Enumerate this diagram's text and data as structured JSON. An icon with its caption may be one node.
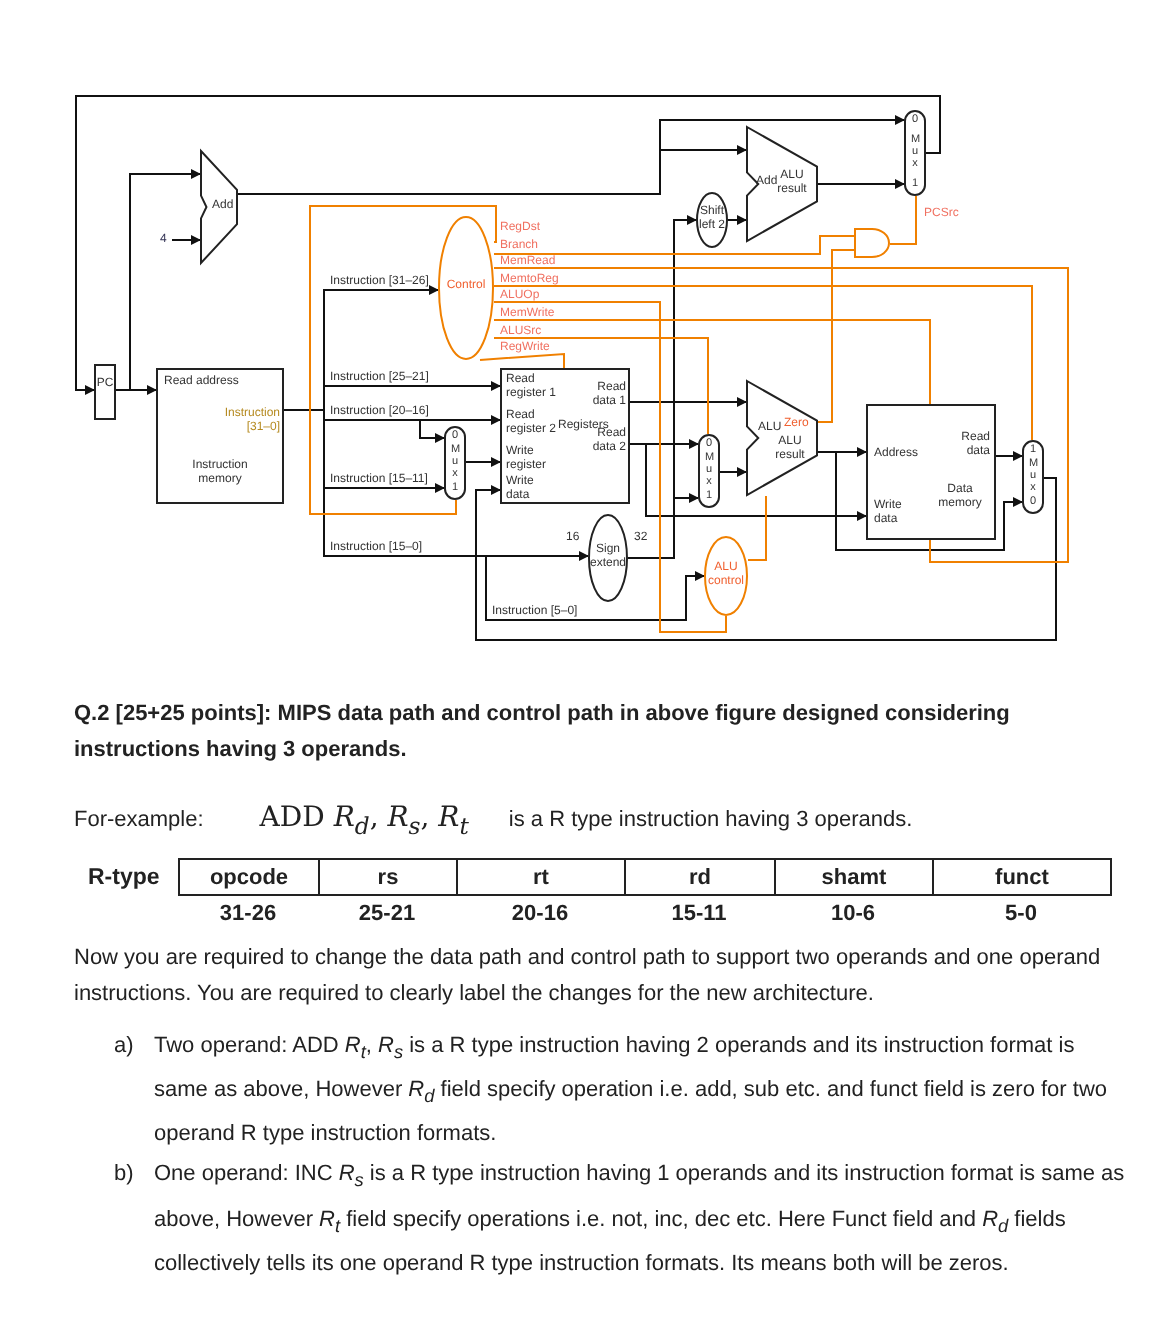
{
  "diagram": {
    "nodes": [
      {
        "text": [
          "PC"
        ]
      },
      {
        "text": [
          "Read address",
          "Instruction [31–0]",
          "Instruction memory"
        ]
      },
      {
        "text": [
          "Add"
        ]
      },
      {
        "text": [
          "4"
        ]
      },
      {
        "text": [
          "Control"
        ]
      },
      {
        "text": [
          "Read register 1",
          "Read register 2",
          "Write register",
          "Write data",
          "Registers",
          "Read data 1",
          "Read data 2"
        ]
      },
      {
        "text": [
          "0",
          "M u x",
          "1"
        ]
      },
      {
        "text": [
          "Sign extend"
        ]
      },
      {
        "text": [
          "Shift left 2"
        ]
      },
      {
        "text": [
          "Add",
          "ALU result"
        ]
      },
      {
        "text": [
          "0",
          "M u x",
          "1"
        ]
      },
      {
        "text": [],
        "shape": "gate"
      },
      {
        "text": [
          "0",
          "M u x",
          "1"
        ]
      },
      {
        "text": [
          "ALU",
          "Zero",
          "ALU result"
        ]
      },
      {
        "text": [
          "ALU control"
        ]
      },
      {
        "text": [
          "Address",
          "Write data",
          "Read data",
          "Data memory"
        ]
      },
      {
        "text": [
          "1",
          "M u x",
          "0"
        ]
      }
    ],
    "edges": [
      {
        "from": 0,
        "to": 1,
        "arrow": "to"
      },
      {
        "from": 0,
        "to": 2,
        "arrow": "to"
      },
      {
        "from": 3,
        "to": 2,
        "arrow": "to"
      },
      {
        "from": 2,
        "to": 10,
        "arrow": "to"
      },
      {
        "from": 2,
        "to": 9,
        "arrow": "to"
      },
      {
        "from": 10,
        "to": 0,
        "arrow": "to"
      },
      {
        "from": 1,
        "to": 4,
        "arrow": "to",
        "label": "Instruction [31–26]"
      },
      {
        "from": 1,
        "to": 5,
        "arrow": "to",
        "label": "Instruction [25–21]"
      },
      {
        "from": 1,
        "to": 5,
        "arrow": "to",
        "label": "Instruction [20–16]"
      },
      {
        "from": 1,
        "to": 6,
        "arrow": "to"
      },
      {
        "from": 1,
        "to": 6,
        "arrow": "to",
        "label": "Instruction [15–11]"
      },
      {
        "from": 1,
        "to": 7,
        "arrow": "to",
        "label": "Instruction [15–0]"
      },
      {
        "from": 1,
        "to": 14,
        "arrow": "to",
        "label": "Instruction [5–0]"
      },
      {
        "from": 6,
        "to": 5,
        "arrow": "to"
      },
      {
        "from": 5,
        "to": 13,
        "arrow": "to"
      },
      {
        "from": 5,
        "to": 12,
        "arrow": "to"
      },
      {
        "from": 5,
        "to": 15,
        "arrow": "to"
      },
      {
        "from": 7,
        "to": 12,
        "arrow": "to"
      },
      {
        "from": 7,
        "to": 8,
        "arrow": "to"
      },
      {
        "from": 8,
        "to": 9,
        "arrow": "to"
      },
      {
        "from": 9,
        "to": 10,
        "arrow": "to"
      },
      {
        "from": 12,
        "to": 13,
        "arrow": "to"
      },
      {
        "from": 13,
        "to": 15,
        "arrow": "to"
      },
      {
        "from": 13,
        "to": 16,
        "arrow": "to"
      },
      {
        "from": 15,
        "to": 16,
        "arrow": "to"
      },
      {
        "from": 16,
        "to": 5,
        "arrow": "to"
      },
      {
        "from": 13,
        "to": 11,
        "arrow": "none",
        "color": "#f08000"
      },
      {
        "from": 11,
        "to": 10,
        "arrow": "none",
        "color": "#f08000",
        "label": "PCSrc"
      },
      {
        "from": 4,
        "to": 6,
        "arrow": "none",
        "color": "#f08000",
        "label": "RegDst"
      },
      {
        "from": 4,
        "to": 11,
        "arrow": "none",
        "color": "#f08000",
        "label": "Branch"
      },
      {
        "from": 4,
        "to": 15,
        "arrow": "none",
        "color": "#f08000",
        "label": "MemRead"
      },
      {
        "from": 4,
        "to": 16,
        "arrow": "none",
        "color": "#f08000",
        "label": "MemtoReg"
      },
      {
        "from": 4,
        "to": 14,
        "arrow": "none",
        "color": "#f08000",
        "label": "ALUOp"
      },
      {
        "from": 4,
        "to": 15,
        "arrow": "none",
        "color": "#f08000",
        "label": "MemWrite"
      },
      {
        "from": 4,
        "to": 12,
        "arrow": "none",
        "color": "#f08000",
        "label": "ALUSrc"
      },
      {
        "from": 4,
        "to": 5,
        "arrow": "none",
        "color": "#f08000",
        "label": "RegWrite"
      },
      {
        "from": 14,
        "to": 13,
        "arrow": "none",
        "color": "#f08000"
      }
    ],
    "labels": [
      "16",
      "32",
      "Q.2 [25+25 points]: MIPS data path and control path in above figure designed considering instructions having 3 operands.",
      "For-example:",
      "ADD *R*$_{d}$, *R*$_{s}$, *R*$_{t}$",
      "is a R type instruction having 3 operands.",
      "R-type",
      "opcode",
      "rs",
      "rt",
      "rd",
      "shamt",
      "funct",
      "31-26",
      "25-21",
      "20-16",
      "15-11",
      "10-6",
      "5-0",
      "Now you are required to change the data path and control path to support two operands and one operand instructions. You are required to clearly label the changes for the new architecture.",
      "a)",
      "Two operand: ADD *R*$_{t}$, *R*$_{s}$ is a R type instruction having 2 operands and its instruction format is same as above, However *R*$_{d}$ field specify operation i.e. add, sub etc. and funct field is zero for two operand R type instruction formats.",
      "b)",
      "One operand: INC *R*$_{s}$ is a R type instruction having 1 operands and its instruction format is same as above, However *R*$_{t}$ field specify operations i.e. not, inc, dec etc. Here Funct field and *R*$_{d}$ fields collectively tells its one operand R type instruction formats. Its means both will be zeros."
    ]
  }
}
